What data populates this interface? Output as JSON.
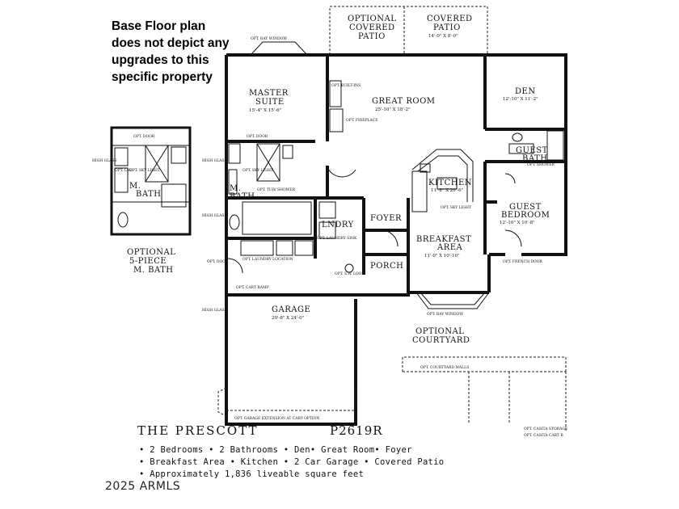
{
  "note": {
    "lines": [
      "Base Floor plan",
      "does not depict any",
      "upgrades to this",
      "specific property"
    ]
  },
  "plan": {
    "name": "THE PRESCOTT",
    "code": "P2619R",
    "features": [
      "• 2 Bedrooms • 2 Bathrooms • Den• Great Room• Foyer",
      "• Breakfast Area • Kitchen • 2 Car Garage • Covered Patio",
      "• Approximately 1,836 liveable square feet"
    ],
    "copyright": "2025 ARMLS"
  },
  "rooms": {
    "opt_covered_patio": {
      "line1": "OPTIONAL",
      "line2": "COVERED",
      "line3": "PATIO"
    },
    "covered_patio": {
      "line1": "COVERED",
      "line2": "PATIO",
      "dims": "14'-0\" X 8'-0\""
    },
    "master_suite": {
      "line1": "MASTER",
      "line2": "SUITE",
      "dims": "15'-4\" X 15'-6\""
    },
    "great_room": {
      "line1": "GREAT ROOM",
      "dims": "25'-10\" X 18'-2\""
    },
    "den": {
      "line1": "DEN",
      "dims": "12'-10\" X 11'-2\""
    },
    "guest_bath": {
      "line1": "GUEST",
      "line2": "BATH"
    },
    "kitchen": {
      "line1": "KITCHEN",
      "dims": "11'-8\" X 20'-6\""
    },
    "guest_bedroom": {
      "line1": "GUEST",
      "line2": "BEDROOM",
      "dims": "12'-10\" X 10'-8\""
    },
    "m_bath": {
      "line1": "M.",
      "line2": "BATH"
    },
    "opt_m_bath": {
      "line1": "M.",
      "line2": "BATH"
    },
    "laundry": {
      "line1": "LNDRY"
    },
    "foyer": {
      "line1": "FOYER"
    },
    "breakfast": {
      "line1": "BREAKFAST",
      "line2": "AREA",
      "dims": "11'-0\" X 10'-10\""
    },
    "porch": {
      "line1": "PORCH"
    },
    "garage": {
      "line1": "GARAGE",
      "dims": "20'-8\" X 24'-0\""
    },
    "courtyard": {
      "line1": "OPTIONAL",
      "line2": "COURTYARD"
    },
    "opt_5pc": {
      "line1": "OPTIONAL",
      "line2": "5-PIECE",
      "line3": "M. BATH"
    }
  },
  "small_notes": {
    "opt_bay_window_top": "OPT. BAY WINDOW",
    "opt_bay_window_bottom": "OPT. BAY WINDOW",
    "opt_built_ins": "OPT. BUILT-INS",
    "opt_fireplace": "OPT. FIREPLACE",
    "high_glass_1": "HIGH GLASS",
    "high_glass_2": "HIGH GLASS",
    "high_glass_3": "HIGH GLASS",
    "high_glass_4": "HIGH GLASS",
    "opt_door_1": "OPT. DOOR",
    "opt_door_2": "OPT. DOOR",
    "opt_door_3": "OPT. DOOR",
    "opt_sky_light_1": "OPT. SKY LIGHT",
    "opt_sky_light_2": "OPT. SKY LIGHT",
    "opt_sky_light_3": "OPT. SKY LIGHT",
    "opt_lav": "OPT. LAV.",
    "opt_tub_shower": "OPT. TUB/ SHOWER",
    "opt_laundry_sink": "OPT. LAUNDRY SINK",
    "opt_laundry_location": "OPT. LAUNDRY LOCATION",
    "opt_cart_ramp": "OPT. CART RAMP",
    "opt_sw_loop": "OPT. S.W. LOOP",
    "opt_french_door": "OPT. FRENCH DOOR",
    "opt_shower": "OPT. SHOWER",
    "opt_courtyard_walls": "OPT. COURTYARD WALLS",
    "opt_garage_extension": "OPT. GARAGE EXTENSION AT CART OPTION",
    "opt_casita_storage": "OPT. CASITA STORAGE",
    "opt_casita_cart": "OPT. CASITA CART B"
  }
}
